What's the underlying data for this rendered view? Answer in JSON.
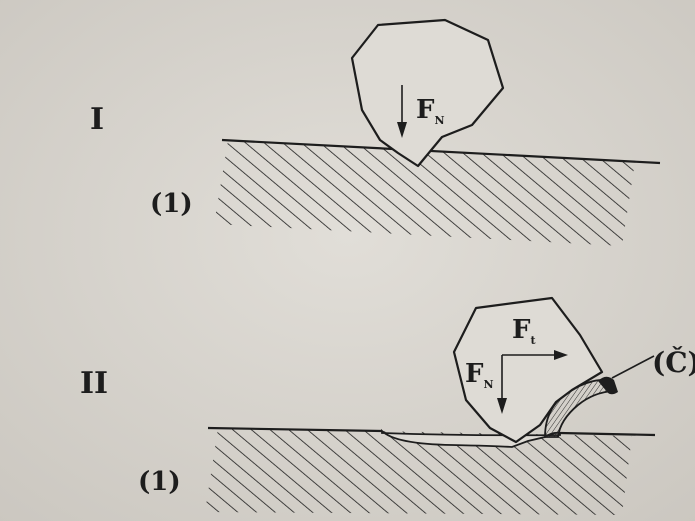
{
  "diagram": {
    "panels": [
      {
        "id": "I",
        "roman": "I",
        "surface_label": "(1)",
        "forces": [
          {
            "symbol": "F",
            "subscript": "N"
          }
        ]
      },
      {
        "id": "II",
        "roman": "II",
        "surface_label": "(1)",
        "forces": [
          {
            "symbol": "F",
            "subscript": "N"
          },
          {
            "symbol": "F",
            "subscript": "t"
          }
        ],
        "chip_label": "(Č)"
      }
    ]
  },
  "colors": {
    "paper": "#d9d6d0",
    "ink": "#1d1d1d",
    "inner": "#dedbd5"
  }
}
